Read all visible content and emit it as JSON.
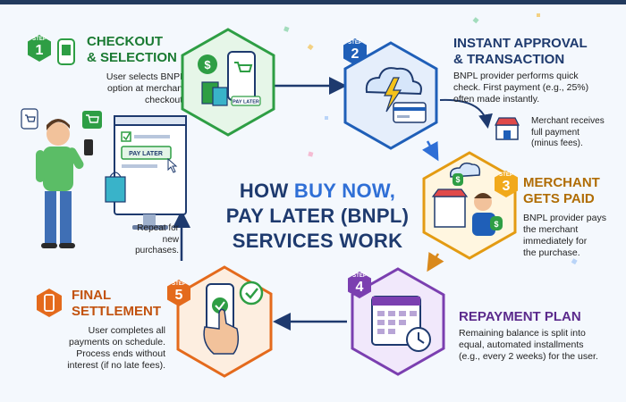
{
  "title": {
    "line1a": "HOW ",
    "line1b": "BUY NOW,",
    "line2": "PAY LATER (BNPL)",
    "line3": "SERVICES WORK"
  },
  "steps": [
    {
      "label": "STEP",
      "num": "1",
      "head1": "CHECKOUT",
      "head2": "& SELECTION",
      "desc": [
        "User selects BNPL",
        "option at merchant",
        "checkout."
      ],
      "color": "#2e9e44"
    },
    {
      "label": "STEP",
      "num": "2",
      "head1": "INSTANT APPROVAL",
      "head2": "& TRANSACTION",
      "desc": [
        "BNPL provider performs quick",
        "check. First payment (e.g., 25%)",
        "often made instantly."
      ],
      "color": "#1f5fb8"
    },
    {
      "label": "STEP",
      "num": "3",
      "head1": "MERCHANT",
      "head2": "GETS PAID",
      "desc": [
        "BNPL provider pays",
        "the merchant",
        "immediately for",
        "the purchase."
      ],
      "color": "#e39b12"
    },
    {
      "label": "STEP",
      "num": "4",
      "head1": "REPAYMENT PLAN",
      "head2": "",
      "desc": [
        "Remaining balance is split into",
        "equal, automated installments",
        "(e.g., every 2 weeks) for the user."
      ],
      "color": "#7b3fb0"
    },
    {
      "label": "STEP",
      "num": "5",
      "head1": "FINAL",
      "head2": "SETTLEMENT",
      "desc": [
        "User completes all",
        "payments on schedule.",
        "Process ends without",
        "interest (if no late fees)."
      ],
      "color": "#e46a1c"
    }
  ],
  "notes": {
    "merchant_receives": [
      "Merchant receives",
      "full payment",
      "(minus fees)."
    ],
    "repeat": [
      "Repeat for",
      "new purchases."
    ]
  },
  "screen": {
    "pay_later": "PAY LATER"
  },
  "phone_screen": {
    "pay_later": "PAY LATER"
  },
  "colors": {
    "step1": "#2e9e44",
    "step2": "#1f5fb8",
    "step3": "#e39b12",
    "step4": "#7b3fb0",
    "step5": "#e46a1c",
    "title": "#1e3a6e",
    "title_highlight": "#2f6fd6"
  }
}
